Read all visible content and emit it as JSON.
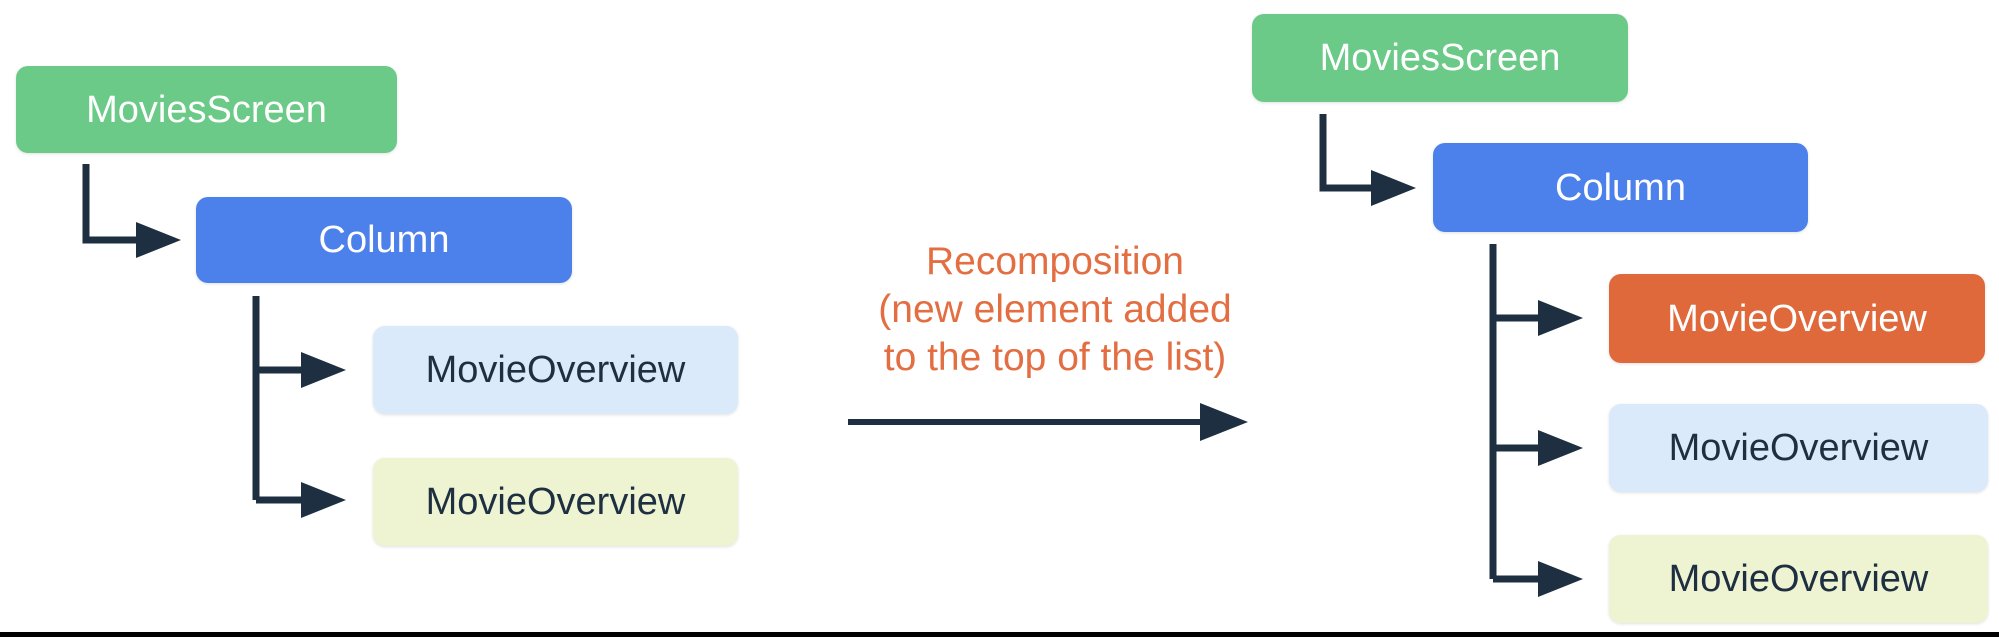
{
  "colors": {
    "green": "#6bca87",
    "blue": "#4c80ea",
    "orange": "#e0693c",
    "light_blue": "#daeafb",
    "pale_yellow": "#eef3d2",
    "navy": "#1d2f40",
    "label_orange": "#e26e42",
    "white": "#ffffff",
    "baseline_black": "#000000"
  },
  "left_tree": {
    "root_label": "MoviesScreen",
    "column_label": "Column",
    "children": [
      {
        "label": "MovieOverview"
      },
      {
        "label": "MovieOverview"
      }
    ]
  },
  "right_tree": {
    "root_label": "MoviesScreen",
    "column_label": "Column",
    "children": [
      {
        "label": "MovieOverview"
      },
      {
        "label": "MovieOverview"
      },
      {
        "label": "MovieOverview"
      }
    ]
  },
  "transition": {
    "label_line1": "Recomposition",
    "label_line2": "(new element added",
    "label_line3": "to the top of the list)"
  }
}
